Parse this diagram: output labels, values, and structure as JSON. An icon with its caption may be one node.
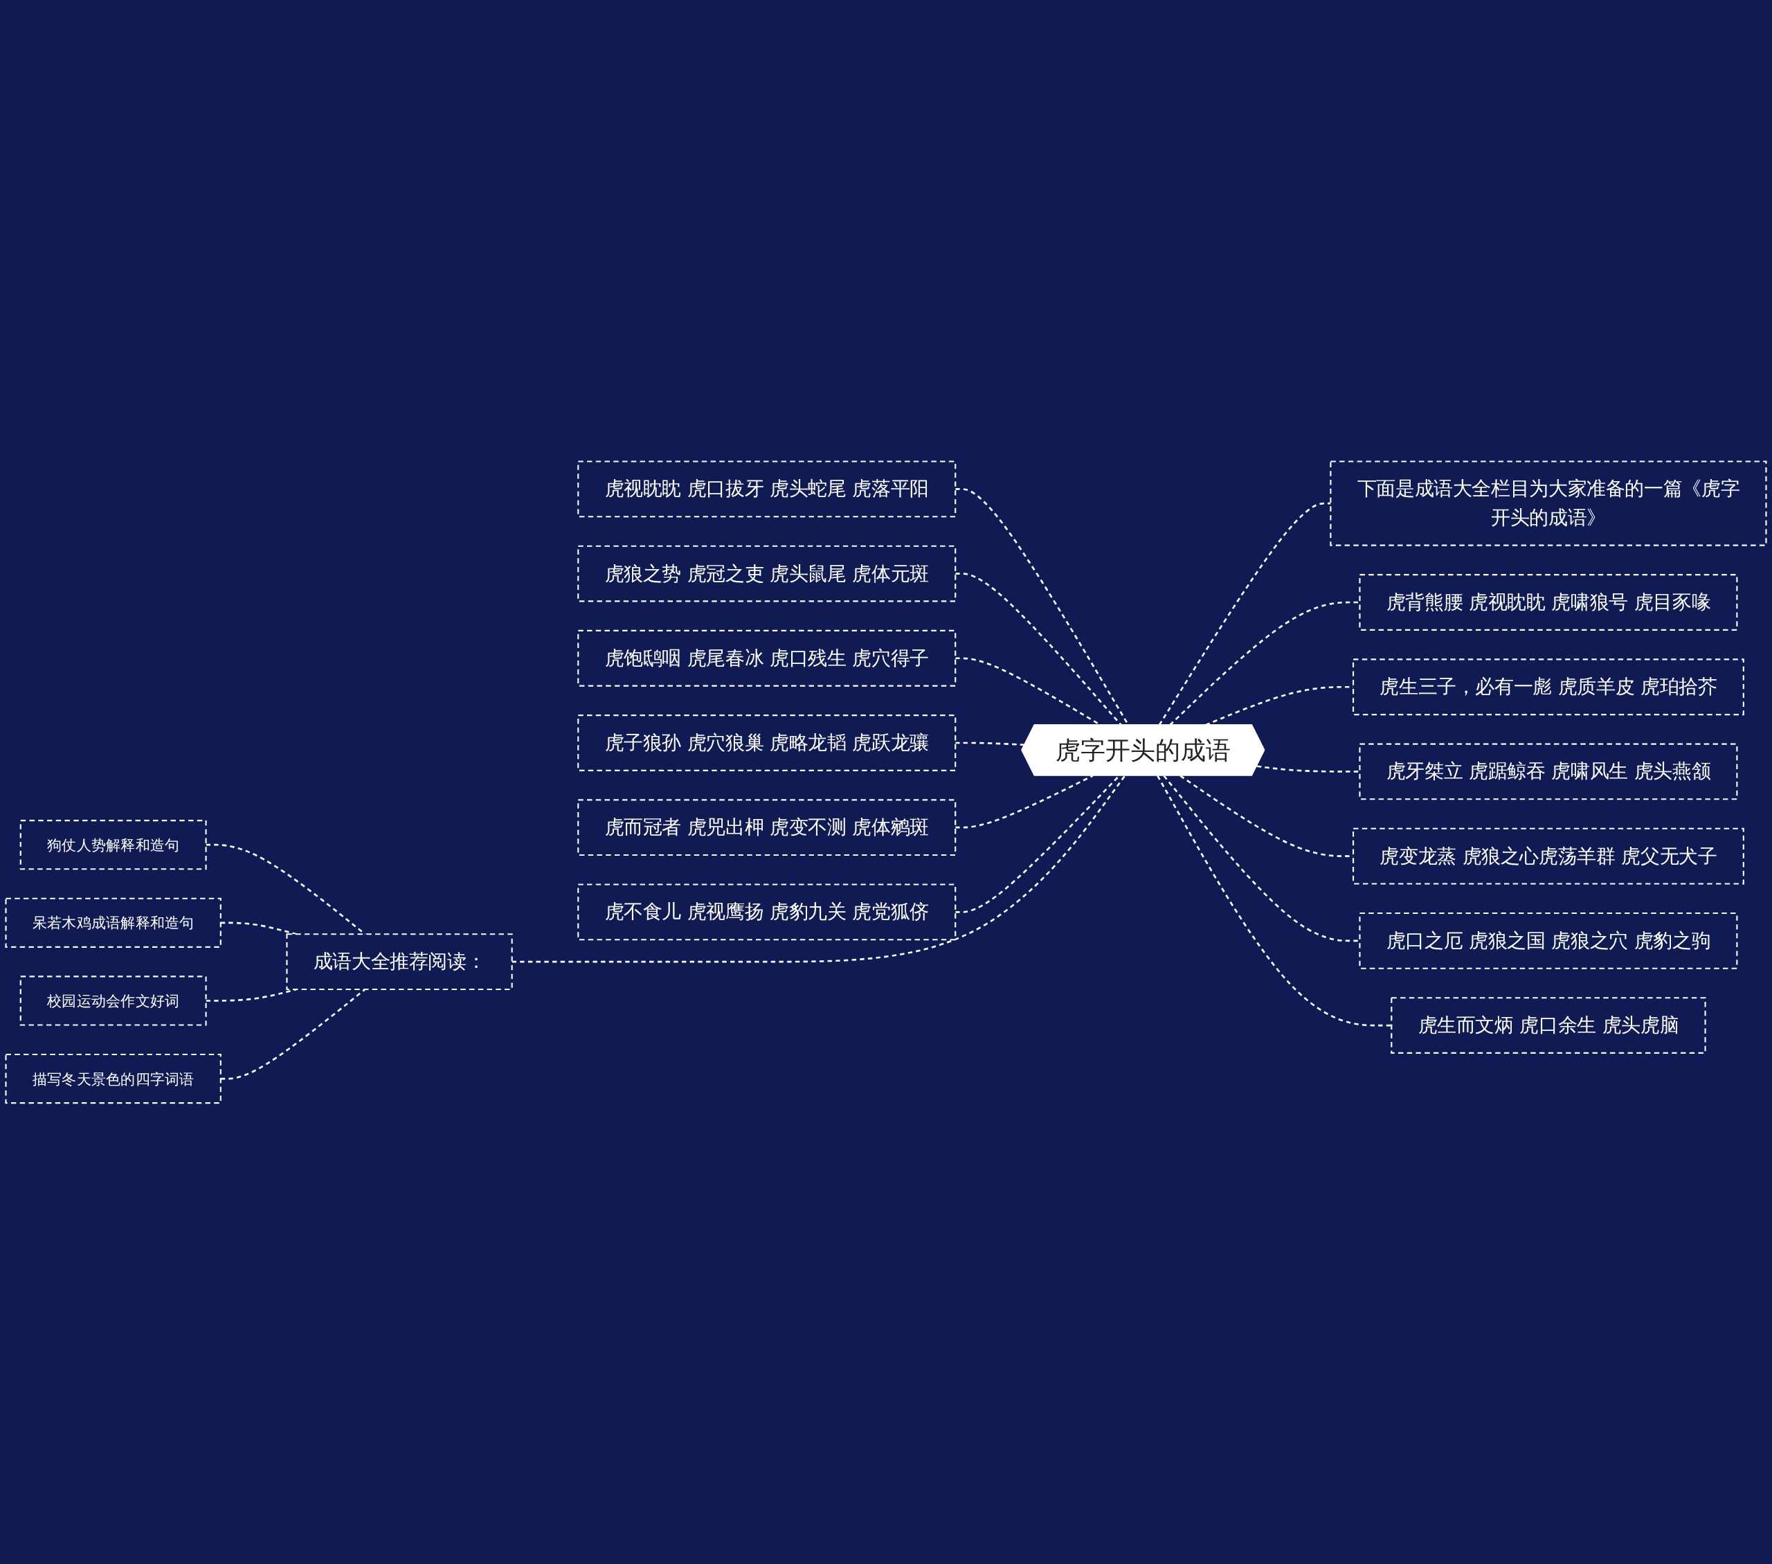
{
  "diagram": {
    "nodes": [
      {
        "text": [
          "虎字开头的成语"
        ]
      },
      {
        "text": [
          "虎视眈眈 虎口拔牙 虎头蛇尾 虎落平阳"
        ]
      },
      {
        "text": [
          "虎狼之势 虎冠之吏 虎头鼠尾 虎体元斑"
        ]
      },
      {
        "text": [
          "虎饱鸱咽 虎尾春冰 虎口残生 虎穴得子"
        ]
      },
      {
        "text": [
          "虎子狼孙 虎穴狼巢 虎略龙韬 虎跃龙骧"
        ]
      },
      {
        "text": [
          "虎而冠者 虎兕出柙 虎变不测 虎体鹓斑"
        ]
      },
      {
        "text": [
          "虎不食儿 虎视鹰扬 虎豹九关 虎党狐侪"
        ]
      },
      {
        "text": [
          "成语大全推荐阅读："
        ]
      },
      {
        "text": [
          "狗仗人势解释和造句"
        ]
      },
      {
        "text": [
          "呆若木鸡成语解释和造句"
        ]
      },
      {
        "text": [
          "校园运动会作文好词"
        ]
      },
      {
        "text": [
          "描写冬天景色的四字词语"
        ]
      },
      {
        "text": [
          "下面是成语大全栏目为大家准备的一篇《虎字开头的成语》"
        ]
      },
      {
        "text": [
          "虎背熊腰 虎视眈眈 虎啸狼号 虎目豕喙"
        ]
      },
      {
        "text": [
          "虎生三子，必有一彪 虎质羊皮 虎珀拾芥"
        ]
      },
      {
        "text": [
          "虎牙桀立 虎踞鲸吞 虎啸风生 虎头燕颔"
        ]
      },
      {
        "text": [
          "虎变龙蒸 虎狼之心虎荡羊群 虎父无犬子"
        ]
      },
      {
        "text": [
          "虎口之厄 虎狼之国 虎狼之穴 虎豹之驹"
        ]
      },
      {
        "text": [
          "虎生而文炳 虎口余生 虎头虎脑"
        ]
      }
    ],
    "edges": [
      {
        "from": 0,
        "to": 1,
        "arrow": "none",
        "style": "dashed"
      },
      {
        "from": 0,
        "to": 2,
        "arrow": "none",
        "style": "dashed"
      },
      {
        "from": 0,
        "to": 3,
        "arrow": "none",
        "style": "dashed"
      },
      {
        "from": 0,
        "to": 4,
        "arrow": "none",
        "style": "dashed"
      },
      {
        "from": 0,
        "to": 5,
        "arrow": "none",
        "style": "dashed"
      },
      {
        "from": 0,
        "to": 6,
        "arrow": "none",
        "style": "dashed"
      },
      {
        "from": 0,
        "to": 7,
        "arrow": "none",
        "style": "dashed"
      },
      {
        "from": 7,
        "to": 8,
        "arrow": "none",
        "style": "dashed"
      },
      {
        "from": 7,
        "to": 9,
        "arrow": "none",
        "style": "dashed"
      },
      {
        "from": 7,
        "to": 10,
        "arrow": "none",
        "style": "dashed"
      },
      {
        "from": 7,
        "to": 11,
        "arrow": "none",
        "style": "dashed"
      },
      {
        "from": 0,
        "to": 12,
        "arrow": "none",
        "style": "dashed"
      },
      {
        "from": 0,
        "to": 13,
        "arrow": "none",
        "style": "dashed"
      },
      {
        "from": 0,
        "to": 14,
        "arrow": "none",
        "style": "dashed"
      },
      {
        "from": 0,
        "to": 15,
        "arrow": "none",
        "style": "dashed"
      },
      {
        "from": 0,
        "to": 16,
        "arrow": "none",
        "style": "dashed"
      },
      {
        "from": 0,
        "to": 17,
        "arrow": "none",
        "style": "dashed"
      },
      {
        "from": 0,
        "to": 18,
        "arrow": "none",
        "style": "dashed"
      }
    ]
  }
}
